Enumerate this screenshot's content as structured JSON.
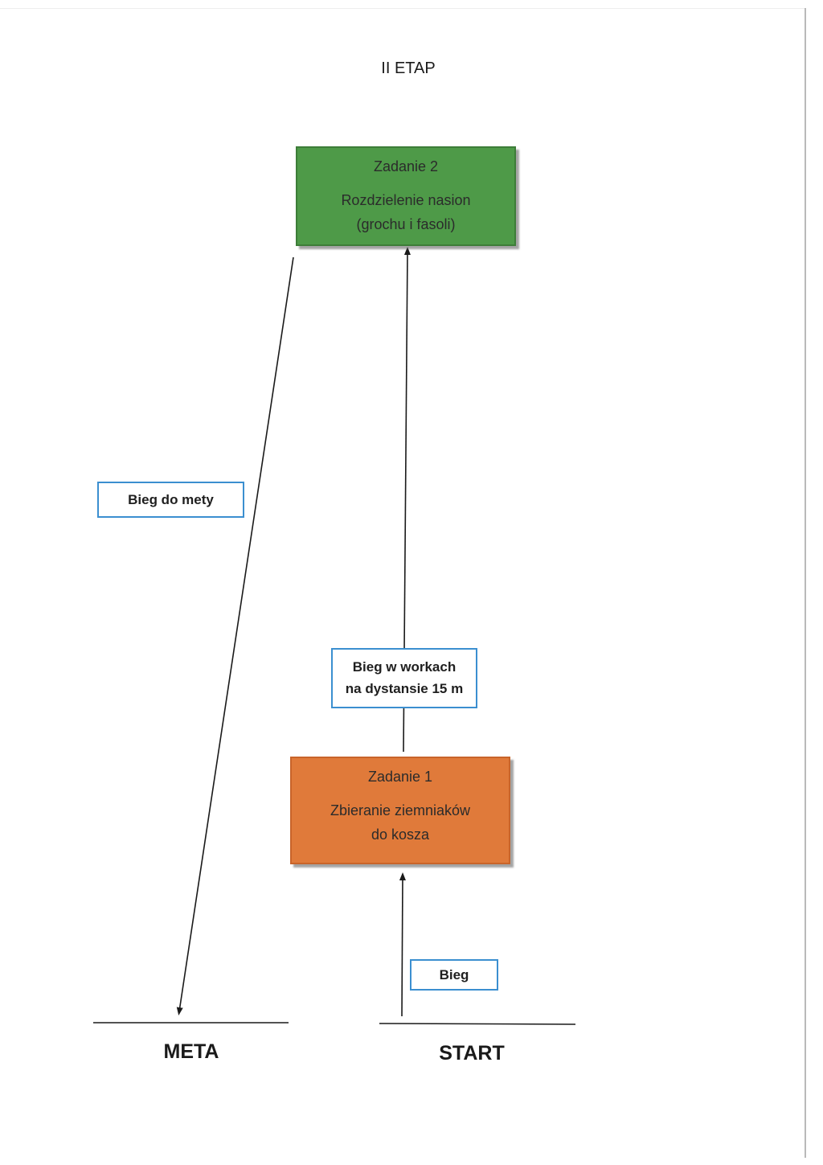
{
  "title": "II ETAP",
  "tasks": [
    {
      "title": "Zadanie 2",
      "description": "Rozdzielenie nasion\n(grochu i fasoli)",
      "color": "#4e9a48"
    },
    {
      "title": "Zadanie 1",
      "description": "Zbieranie ziemniaków\ndo kosza",
      "color": "#e07a3a"
    }
  ],
  "labels": {
    "finish_run": "Bieg do mety",
    "sack_race": "Bieg w workach\nna dystansie 15 m",
    "run": "Bieg"
  },
  "lines": {
    "finish": "META",
    "start": "START"
  },
  "colors": {
    "label_border": "#3b8fd0",
    "connector": "#1a1a1a"
  }
}
